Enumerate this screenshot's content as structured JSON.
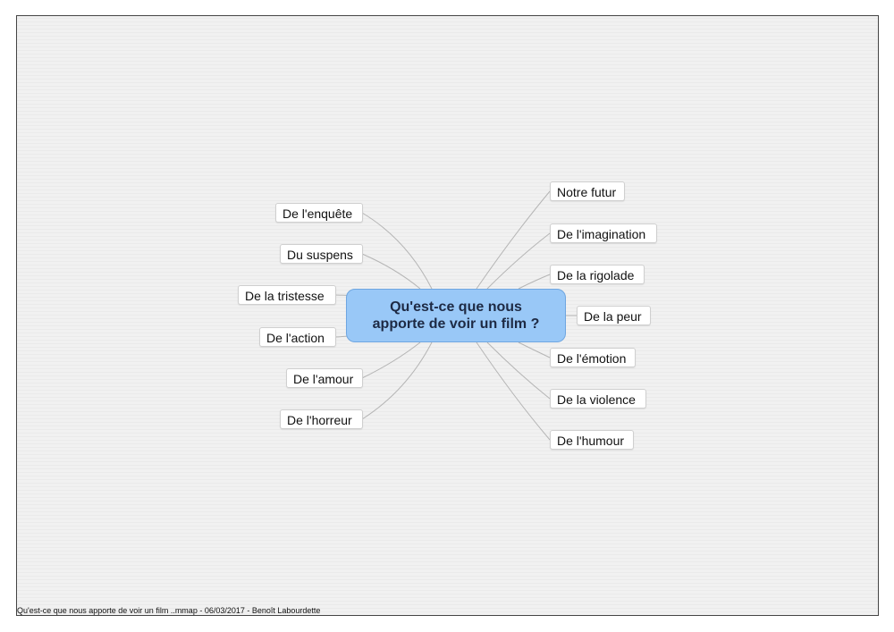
{
  "map": {
    "central": {
      "line1": "Qu'est-ce que nous",
      "line2": "apporte de voir un film ?"
    },
    "left_nodes": [
      {
        "label": "De l'enquête"
      },
      {
        "label": "Du suspens"
      },
      {
        "label": "De la tristesse"
      },
      {
        "label": "De l'action"
      },
      {
        "label": "De l'amour"
      },
      {
        "label": "De l'horreur"
      }
    ],
    "right_nodes": [
      {
        "label": "Notre futur"
      },
      {
        "label": "De l'imagination"
      },
      {
        "label": "De la rigolade"
      },
      {
        "label": "De la peur"
      },
      {
        "label": "De l'émotion"
      },
      {
        "label": "De la violence"
      },
      {
        "label": "De l'humour"
      }
    ]
  },
  "footer": {
    "text": "Qu'est-ce que nous apporte de voir un film ..mmap - 06/03/2017 - Benoît Labourdette"
  },
  "colors": {
    "central_fill": "#99c8f7",
    "central_border": "#6fa6e0",
    "link": "#b5b5b5"
  }
}
